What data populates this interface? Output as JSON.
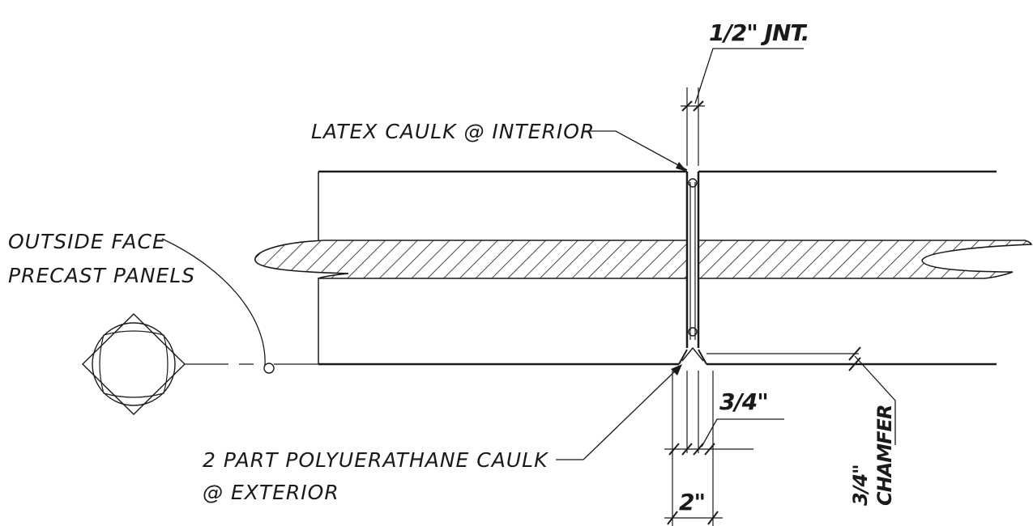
{
  "labels": {
    "joint_width": "1/2\" JNT.",
    "latex_caulk": "LATEX CAULK @ INTERIOR",
    "outside_face_line1": "OUTSIDE FACE",
    "outside_face_line2": "PRECAST PANELS",
    "polyurethane_line1": "2 PART POLYUERATHANE CAULK",
    "polyurethane_line2": "@ EXTERIOR",
    "dim_three_quarter": "3/4\"",
    "dim_two": "2\"",
    "chamfer_line1": "3/4\"",
    "chamfer_line2": "CHAMFER"
  },
  "colors": {
    "line": "#1a1a1a",
    "background": "#ffffff"
  }
}
